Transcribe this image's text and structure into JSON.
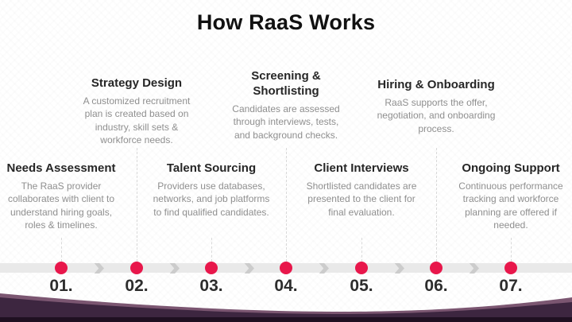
{
  "slide": {
    "title": "How RaaS Works"
  },
  "timeline": {
    "bar_color": "#e9e9e9",
    "dot_color": "#e8174b",
    "chevron_color": "#cccccc",
    "steps": [
      {
        "number": "01.",
        "title": "Needs Assessment",
        "description": "The RaaS provider collaborates with client to understand hiring goals, roles & timelines."
      },
      {
        "number": "02.",
        "title": "Strategy Design",
        "description": "A customized recruitment plan is created based on industry, skill sets & workforce needs."
      },
      {
        "number": "03.",
        "title": "Talent Sourcing",
        "description": "Providers use databases, networks, and job platforms to find qualified candidates."
      },
      {
        "number": "04.",
        "title": "Screening & Shortlisting",
        "description": "Candidates are assessed through interviews, tests, and background checks."
      },
      {
        "number": "05.",
        "title": "Client Interviews",
        "description": "Shortlisted candidates are presented to the client for final evaluation."
      },
      {
        "number": "06.",
        "title": "Hiring & Onboarding",
        "description": "RaaS supports the offer, negotiation, and onboarding process."
      },
      {
        "number": "07.",
        "title": "Ongoing Support",
        "description": "Continuous performance tracking and workforce planning are offered if needed."
      }
    ]
  },
  "decoration": {
    "wave_highlight_color": "#7b5671",
    "wave_main_color": "#3d2640",
    "wave_base_color": "#1f1021"
  }
}
